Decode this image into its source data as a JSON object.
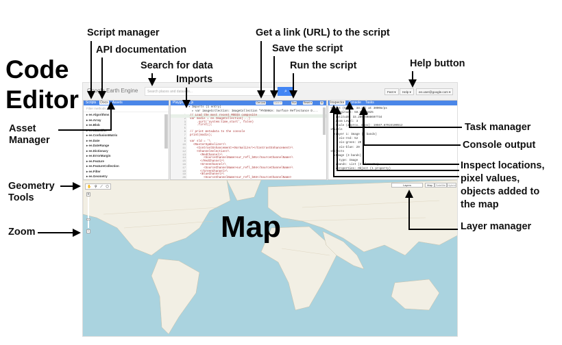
{
  "annotations": {
    "script_manager": "Script manager",
    "api_docs": "API documentation",
    "search_data": "Search for data",
    "imports": "Imports",
    "get_link": "Get a link (URL) to the script",
    "save_script": "Save the script",
    "run_script": "Run the script",
    "help_button": "Help button",
    "asset_manager_1": "Asset",
    "asset_manager_2": "Manager",
    "task_manager": "Task manager",
    "console_output": "Console output",
    "inspect_1": "Inspect locations,",
    "inspect_2": "pixel values,",
    "inspect_3": "objects added to",
    "inspect_4": "the map",
    "geometry_1": "Geometry",
    "geometry_2": "Tools",
    "zoom": "Zoom",
    "layer_manager": "Layer manager",
    "code_editor_1": "Code",
    "code_editor_2": "Editor",
    "map": "Map"
  },
  "app": {
    "logo": "Google Earth Engine",
    "search_placeholder": "Search places and datasets...",
    "header_buttons": [
      "Feet ▾",
      "Help ▾",
      "ee.user@google.com ▾"
    ]
  },
  "left_panel": {
    "tabs": [
      "Scripts",
      "Docs",
      "Assets"
    ],
    "active_tab": "Docs",
    "filter_placeholder": "Filter methods...",
    "items": [
      "▸ ee.Algorithms",
      "▸ ee.Array",
      "▸ ee.Blob",
      "▸ ee.Classifier",
      "▸ ee.ConfusionMatrix",
      "▸ ee.Date",
      "▸ ee.DateRange",
      "▸ ee.Dictionary",
      "▸ ee.ErrorMargin",
      "▸ ee.Feature",
      "▸ ee.FeatureCollection",
      "▸ ee.Filter",
      "▸ ee.Geometry"
    ]
  },
  "editor": {
    "tab": "Playground.js",
    "buttons": {
      "get_link": "Get Link",
      "save": "Save ▾",
      "run": "Run",
      "reset": "Reset ▾"
    },
    "imports_header": "▾ Imports (1 entry) ",
    "imports_line": "  ▸ var imageCollection: ImageCollection \"MYD09GA: Surface Reflectance D...",
    "line_numbers": "1\n2\n3\n4\n5\n6\n7\n8\n9\n10\n11\n12\n13\n14\n15\n16\n17\n18\n19\n20",
    "code": "// Load the most recent MODIS composite\nvar modis = ee.ImageCollection(...)\n    .sort('system:time_start', false)\n    .first();\n\n// print metadata to the console\nprint(modis);\n\nvar sld = '\\\n  <RasterSymbolizer>\\\n    <ContrastEnhancement><Normalize/></ContrastEnhancement>\\\n    <ChannelSelection>\\\n      <RedChannel>\\\n        <SourceChannelName>sur_refl_b01</SourceChannelName>\\\n      </RedChannel>\\\n      <GreenChannel>\\\n        <SourceChannelName>sur_refl_b04</SourceChannelName>\\\n      </GreenChannel>\\\n      <BlueChannel>\\\n        <SourceChannelName>sur_refl_b03</SourceChannelName>"
  },
  "right_panel": {
    "tabs": [
      "Inspector",
      "Console",
      "Tasks"
    ],
    "active_tab": "Inspector",
    "content": "▾Point (58.65, 33.28) at 3000m/px\n   Longitude: 58.65321825\n   Latitude: 33.28025088607734\n   Zoom Level: 3\n   Scale (approx. m/px): 19567.87924100512\n▾Pixels\n  ▾Layer 1: Image (3 bands)\n     vis-red: 52\n     vis-green: 29\n     vis-blue: 29\n▾Objects\n  ▾Image (3 bands)\n     type: Image\n   ▸bands: List (3 elements)\n   ▸properties: Object (1 property)"
  },
  "map": {
    "layers_button": "Layers",
    "map_types": [
      "Map",
      "Satellite",
      "Hybrid"
    ]
  },
  "colors": {
    "accent": "#4a86e8",
    "ocean": "#aad3df",
    "land": "#f2efe4",
    "search_button": "#4285f4"
  }
}
